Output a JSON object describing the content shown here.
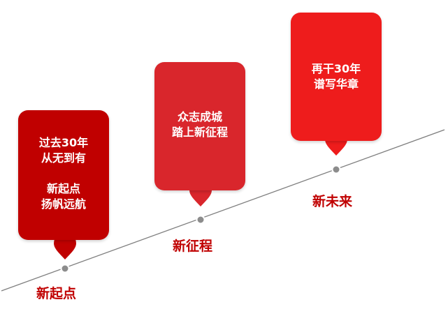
{
  "colors": {
    "card_1": "#c00000",
    "card_2": "#d9262c",
    "card_3": "#ee1c1c",
    "label": "#c00000",
    "timeline": "#7f7f7f",
    "marker_dot": "#8c8c8c"
  },
  "milestones": [
    {
      "card_lines_top": [
        "过去30年",
        "从无到有"
      ],
      "card_lines_bottom": [
        "新起点",
        "扬帆远航"
      ],
      "label": "新起点"
    },
    {
      "card_lines_top": [
        "众志成城",
        "踏上新征程"
      ],
      "card_lines_bottom": [],
      "label": "新征程"
    },
    {
      "card_lines_top": [
        "再干30年",
        "谱写华章"
      ],
      "card_lines_bottom": [],
      "label": "新未来"
    }
  ]
}
